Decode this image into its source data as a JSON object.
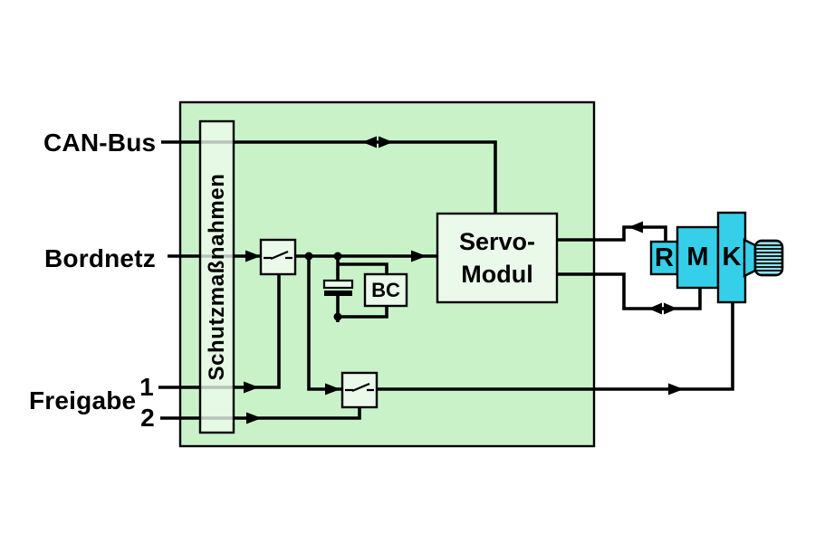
{
  "colors": {
    "background": "#ffffff",
    "container_fill": "#c9f2c9",
    "light_box_fill": "#ebf9eb",
    "cyan_fill": "#35cfe9",
    "knurl_fill": "#8fe3f0",
    "line_color": "#000000"
  },
  "external_labels": {
    "can_bus": "CAN-Bus",
    "bordnetz": "Bordnetz",
    "freigabe": "Freigabe",
    "freigabe_pin1": "1",
    "freigabe_pin2": "2"
  },
  "protection_bar": {
    "label": "Schutzmaßnahmen"
  },
  "blocks": {
    "servo_module": {
      "label_line1": "Servo-",
      "label_line2": "Modul"
    },
    "buffer": {
      "label": "BC"
    },
    "actuator": {
      "r": "R",
      "m": "M",
      "k": "K"
    }
  },
  "icons": {
    "switch_icon": "relay-contact",
    "capacitor_icon": "parallel-plate-capacitor",
    "knurled_shaft_icon": "knurled-output-shaft",
    "arrowhead_icon": "solid-triangle"
  },
  "connections": [
    {
      "from": "CAN-Bus",
      "to": "Servo-Modul",
      "direction": "bidirectional"
    },
    {
      "from": "Bordnetz",
      "to": "Servo-Modul",
      "direction": "forward"
    },
    {
      "from": "Bordnetz",
      "to": "switch-2",
      "direction": "forward"
    },
    {
      "from": "Freigabe 1",
      "to": "switch-1",
      "direction": "forward"
    },
    {
      "from": "Freigabe 2",
      "to": "switch-2",
      "direction": "forward"
    },
    {
      "from": "R",
      "to": "Servo-Modul",
      "direction": "backward"
    },
    {
      "from": "Servo-Modul",
      "to": "M",
      "direction": "bidirectional"
    },
    {
      "from": "switch-2",
      "to": "K",
      "direction": "forward"
    }
  ]
}
